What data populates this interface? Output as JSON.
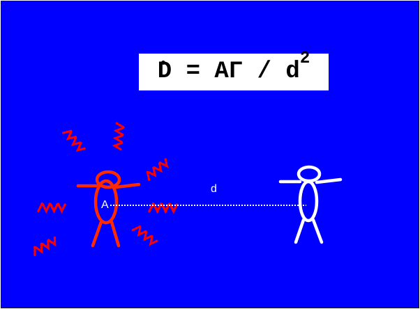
{
  "formula": {
    "text": "D = AΓ / d",
    "exponent": "2"
  },
  "labels": {
    "distance": "d",
    "source": "A"
  },
  "colors": {
    "background": "#0000ff",
    "source_figure": "#ff2a00",
    "observer_figure": "#ffffff",
    "radiation": "#ff0000",
    "formula_box": "#ffffff"
  }
}
